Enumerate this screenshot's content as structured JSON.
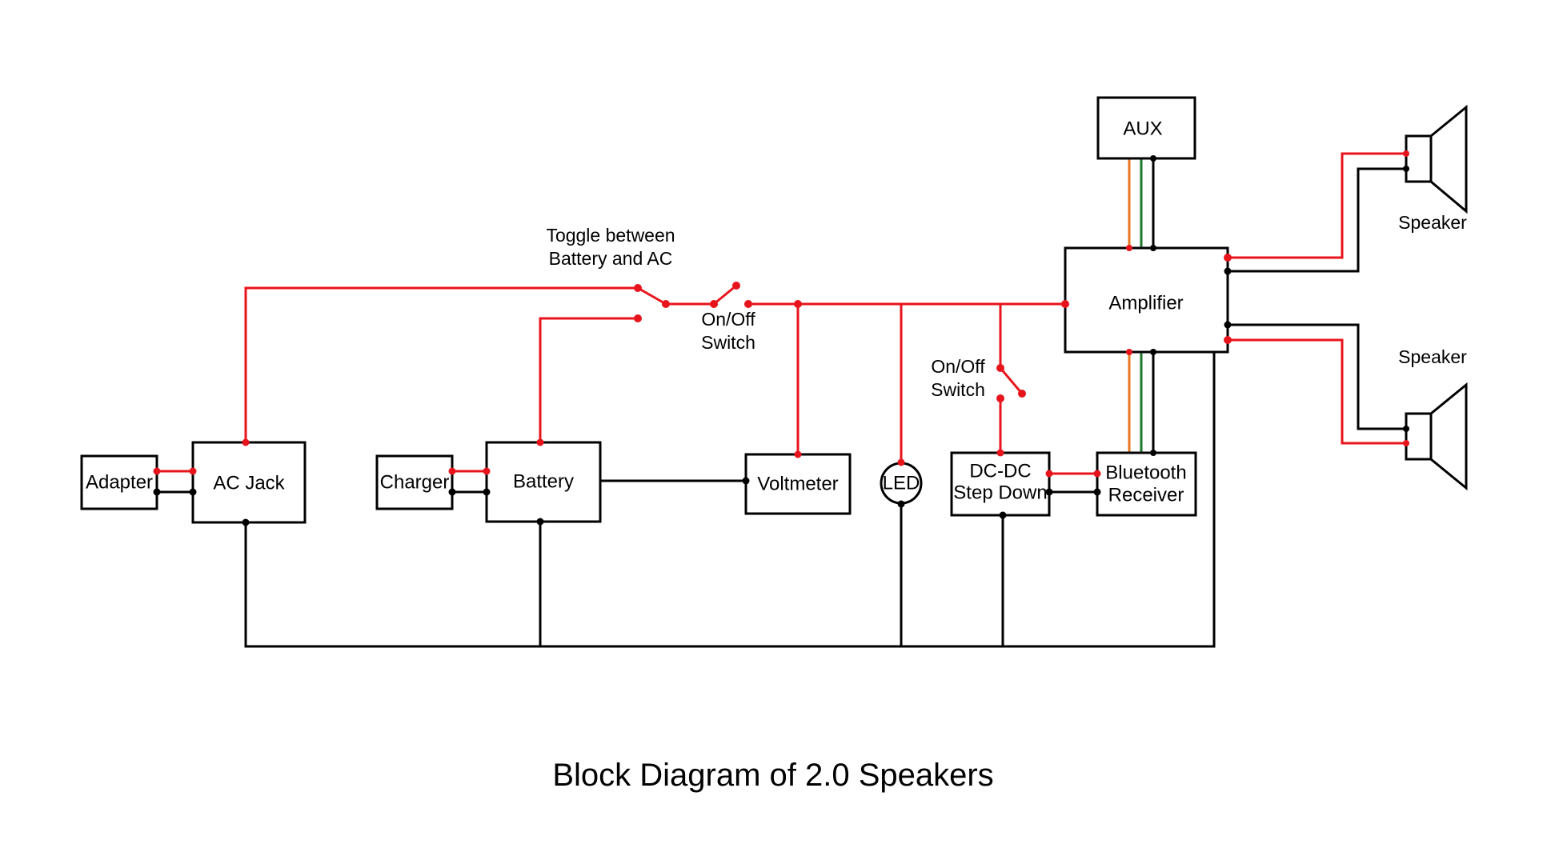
{
  "title": "Block Diagram of 2.0 Speakers",
  "blocks": {
    "adapter": "Adapter",
    "ac_jack": "AC Jack",
    "charger": "Charger",
    "battery": "Battery",
    "voltmeter": "Voltmeter",
    "led": "LED",
    "dcdc_line1": "DC-DC",
    "dcdc_line2": "Step Down",
    "bt_line1": "Bluetooth",
    "bt_line2": "Receiver",
    "amplifier": "Amplifier",
    "aux": "AUX"
  },
  "annotations": {
    "toggle_line1": "Toggle between",
    "toggle_line2": "Battery and AC",
    "onoff1_line1": "On/Off",
    "onoff1_line2": "Switch",
    "onoff2_line1": "On/Off",
    "onoff2_line2": "Switch",
    "speaker_top": "Speaker",
    "speaker_bottom": "Speaker"
  },
  "colors": {
    "positive_wire": "#e8141c",
    "ground_wire": "#000000",
    "audio_left": "#e87722",
    "audio_right": "#1a7a2a"
  }
}
